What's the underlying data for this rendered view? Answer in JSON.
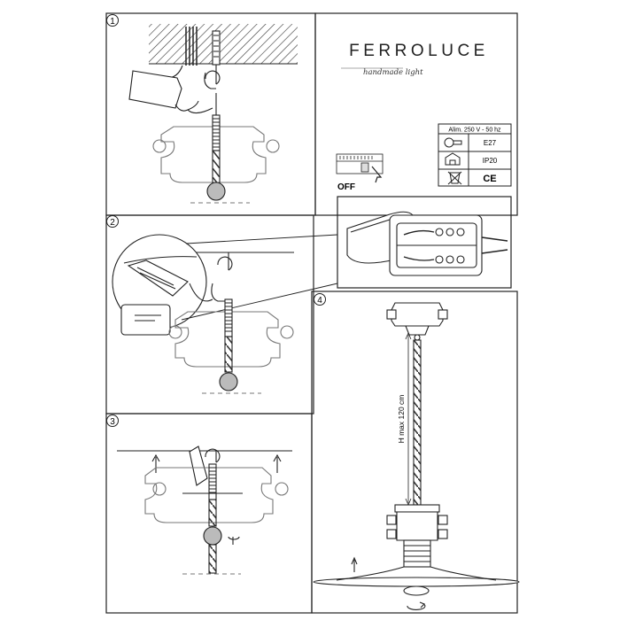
{
  "steps": [
    "1",
    "2",
    "3",
    "4"
  ],
  "brand": {
    "name": "FERROLUCE",
    "tagline": "handmade light"
  },
  "specs": {
    "power": "Alim. 250 V - 50 hz",
    "bulb": "E27",
    "protection": "IP20",
    "ce": "CE"
  },
  "switch_label": "OFF",
  "height_label": "H max 120 cm",
  "colors": {
    "line": "#222222",
    "bg": "#ffffff",
    "hatch": "#333333"
  }
}
